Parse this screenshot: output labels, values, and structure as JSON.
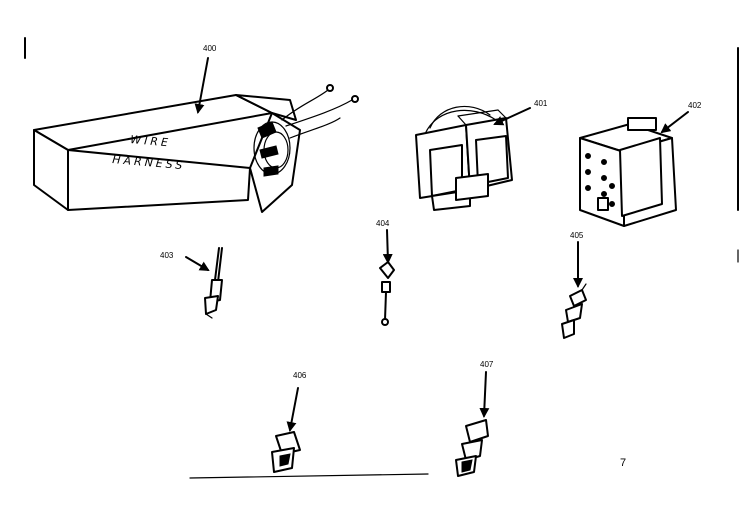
{
  "parts": {
    "p400": {
      "label": "400",
      "box_line1": "WIRE",
      "box_line2": "HARNESS"
    },
    "p401": {
      "label": "401"
    },
    "p402": {
      "label": "402"
    },
    "p403": {
      "label": "403"
    },
    "p404": {
      "label": "404"
    },
    "p405": {
      "label": "405"
    },
    "p406": {
      "label": "406"
    },
    "p407": {
      "label": "407"
    }
  },
  "page_mark": "7"
}
